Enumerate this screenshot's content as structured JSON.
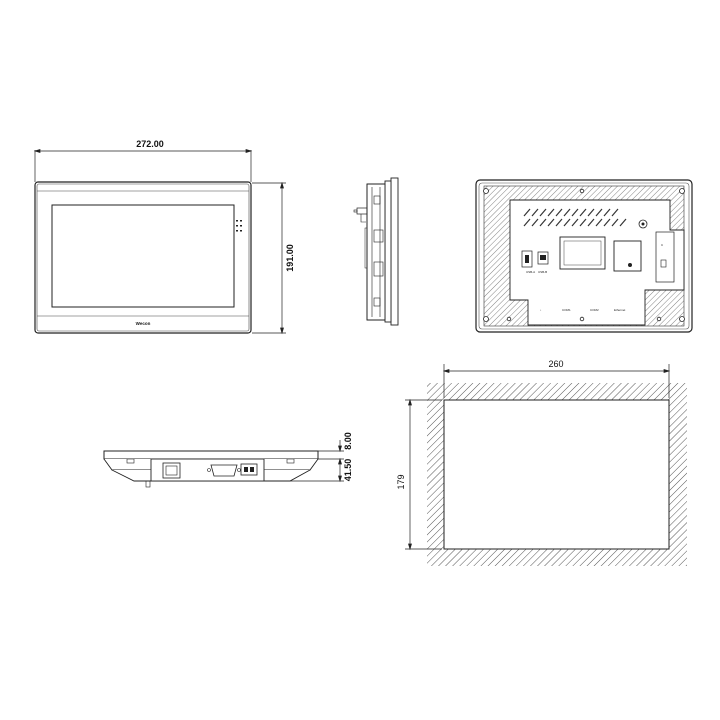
{
  "front_view": {
    "width_dim": "272.00",
    "height_dim": "191.00",
    "logo_text": "Wecon"
  },
  "rear_view": {
    "port_labels": [
      "COM1",
      "COM2",
      "Ethernet"
    ],
    "usb_labels": [
      "USB-A",
      "USB-B"
    ]
  },
  "bottom_view": {
    "bezel_dim": "8.00",
    "depth_dim": "41.50"
  },
  "cutout_view": {
    "width_dim": "260",
    "height_dim": "179"
  }
}
